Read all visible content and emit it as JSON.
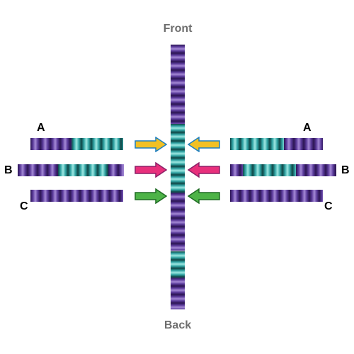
{
  "labels": {
    "front": "Front",
    "back": "Back",
    "row_a": "A",
    "row_b": "B",
    "row_c": "C"
  },
  "colors": {
    "purple_dark": "#2b1552",
    "purple": "#5a3a9a",
    "purple_light": "#a58ad6",
    "teal_dark": "#0f4444",
    "teal": "#2fa3a3",
    "teal_light": "#9fe8e2",
    "arrow_yellow": "#f2c024",
    "arrow_pink": "#e8307c",
    "arrow_green": "#4db347",
    "arrow_outline_yellow": "#1e7fbf",
    "arrow_outline_pink": "#8a1f67",
    "arrow_outline_green": "#1e6b23"
  },
  "icons": {
    "arrow": "arrow-icon"
  }
}
